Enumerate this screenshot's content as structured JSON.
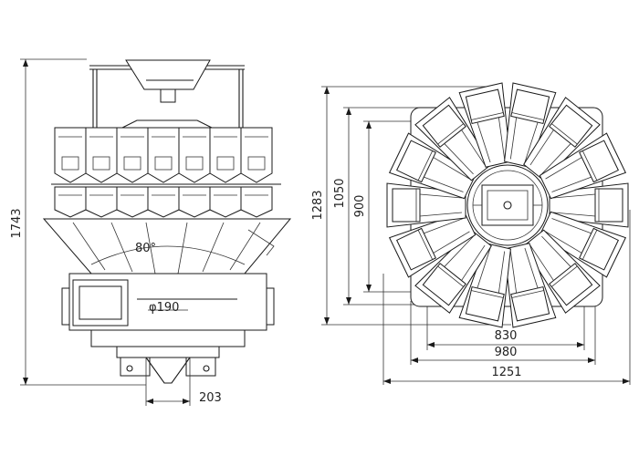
{
  "front_view": {
    "dim_total_height": "1743",
    "dim_outlet_diameter": "φ190",
    "dim_outlet_width": "203",
    "angle_label": "80°"
  },
  "top_view": {
    "dim_height_outer": "1283",
    "dim_height_middle": "1050",
    "dim_height_inner": "900",
    "dim_width_inner": "830",
    "dim_width_middle": "980",
    "dim_width_outer": "1251"
  },
  "colors": {
    "line": "#1a1a1a",
    "background": "#ffffff"
  }
}
